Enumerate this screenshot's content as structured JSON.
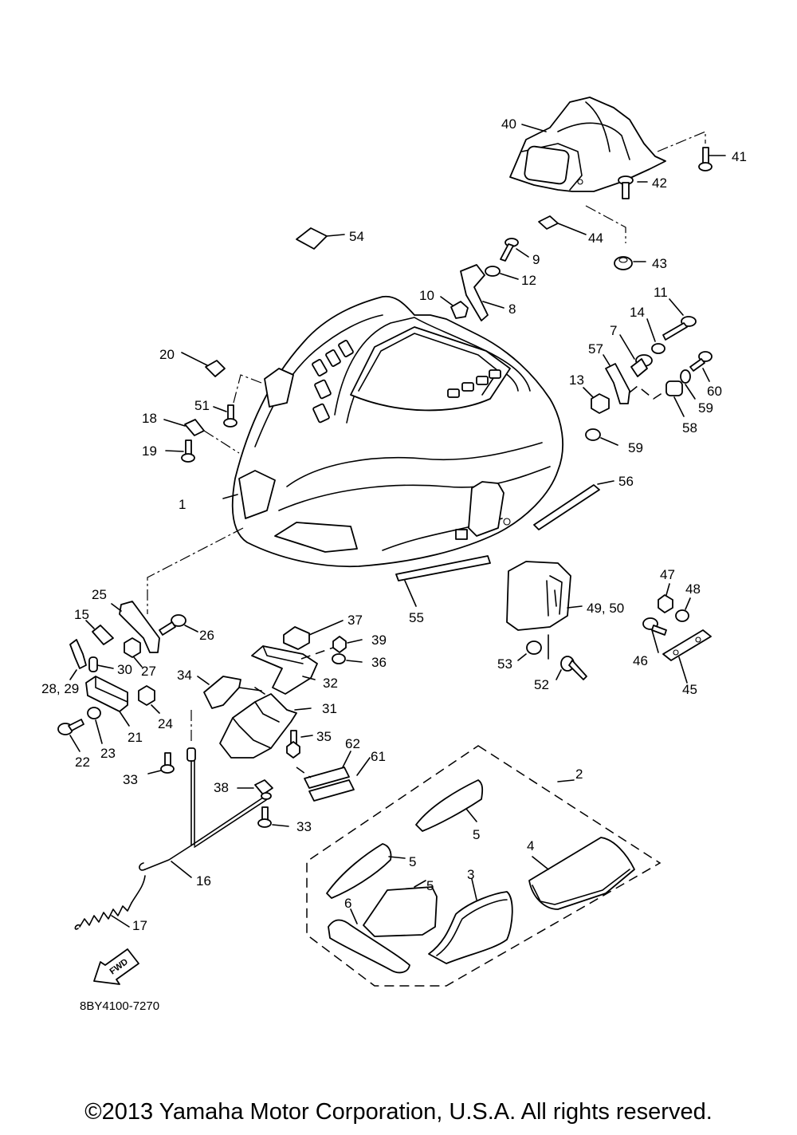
{
  "diagram": {
    "drawing_code": "8BY4100-7270",
    "fwd_marker": "FWD",
    "callouts": [
      {
        "id": "c40",
        "label": "40"
      },
      {
        "id": "c41",
        "label": "41"
      },
      {
        "id": "c42",
        "label": "42"
      },
      {
        "id": "c43",
        "label": "43"
      },
      {
        "id": "c44",
        "label": "44"
      },
      {
        "id": "c54",
        "label": "54"
      },
      {
        "id": "c9",
        "label": "9"
      },
      {
        "id": "c12",
        "label": "12"
      },
      {
        "id": "c10",
        "label": "10"
      },
      {
        "id": "c8",
        "label": "8"
      },
      {
        "id": "c11",
        "label": "11"
      },
      {
        "id": "c14",
        "label": "14"
      },
      {
        "id": "c7",
        "label": "7"
      },
      {
        "id": "c57",
        "label": "57"
      },
      {
        "id": "c60",
        "label": "60"
      },
      {
        "id": "c13",
        "label": "13"
      },
      {
        "id": "c59a",
        "label": "59"
      },
      {
        "id": "c58",
        "label": "58"
      },
      {
        "id": "c59b",
        "label": "59"
      },
      {
        "id": "c20",
        "label": "20"
      },
      {
        "id": "c51",
        "label": "51"
      },
      {
        "id": "c18",
        "label": "18"
      },
      {
        "id": "c19",
        "label": "19"
      },
      {
        "id": "c1",
        "label": "1"
      },
      {
        "id": "c56",
        "label": "56"
      },
      {
        "id": "c55",
        "label": "55"
      },
      {
        "id": "c25",
        "label": "25"
      },
      {
        "id": "c15",
        "label": "15"
      },
      {
        "id": "c26",
        "label": "26"
      },
      {
        "id": "c27",
        "label": "27"
      },
      {
        "id": "c30",
        "label": "30"
      },
      {
        "id": "c2829",
        "label": "28, 29"
      },
      {
        "id": "c37",
        "label": "37"
      },
      {
        "id": "c39",
        "label": "39"
      },
      {
        "id": "c36",
        "label": "36"
      },
      {
        "id": "c34",
        "label": "34"
      },
      {
        "id": "c32",
        "label": "32"
      },
      {
        "id": "c31",
        "label": "31"
      },
      {
        "id": "c21",
        "label": "21"
      },
      {
        "id": "c24",
        "label": "24"
      },
      {
        "id": "c22",
        "label": "22"
      },
      {
        "id": "c23",
        "label": "23"
      },
      {
        "id": "c35",
        "label": "35"
      },
      {
        "id": "c33a",
        "label": "33"
      },
      {
        "id": "c62",
        "label": "62"
      },
      {
        "id": "c61",
        "label": "61"
      },
      {
        "id": "c38",
        "label": "38"
      },
      {
        "id": "c33b",
        "label": "33"
      },
      {
        "id": "c16",
        "label": "16"
      },
      {
        "id": "c17",
        "label": "17"
      },
      {
        "id": "c4950",
        "label": "49, 50"
      },
      {
        "id": "c47",
        "label": "47"
      },
      {
        "id": "c48",
        "label": "48"
      },
      {
        "id": "c46",
        "label": "46"
      },
      {
        "id": "c45",
        "label": "45"
      },
      {
        "id": "c53",
        "label": "53"
      },
      {
        "id": "c52",
        "label": "52"
      },
      {
        "id": "c2",
        "label": "2"
      },
      {
        "id": "c5a",
        "label": "5"
      },
      {
        "id": "c5b",
        "label": "5"
      },
      {
        "id": "c5c",
        "label": "5"
      },
      {
        "id": "c4",
        "label": "4"
      },
      {
        "id": "c3",
        "label": "3"
      },
      {
        "id": "c6",
        "label": "6"
      }
    ]
  },
  "copyright": "©2013 Yamaha Motor Corporation, U.S.A. All rights reserved."
}
